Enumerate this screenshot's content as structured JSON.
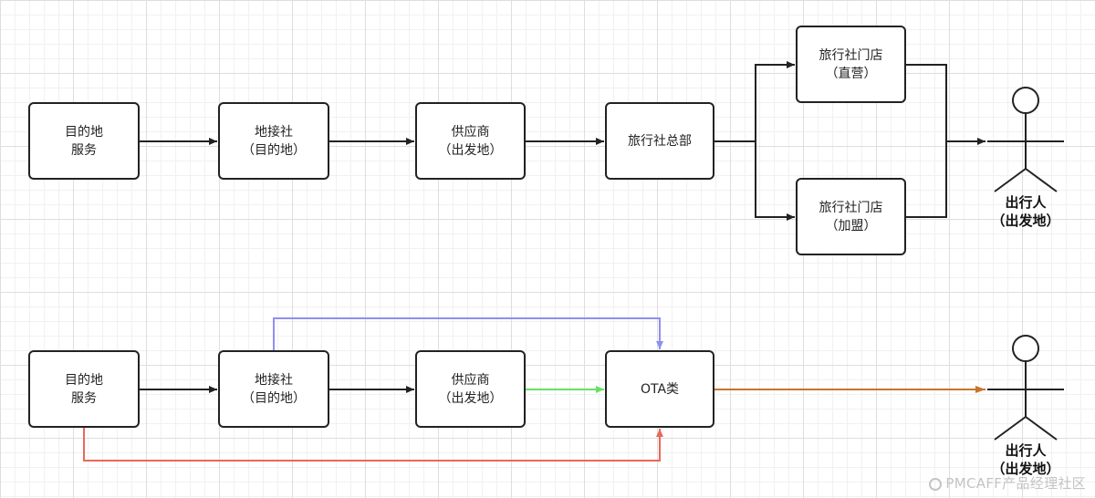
{
  "diagram_top": {
    "dest_service": {
      "line1": "目的地",
      "line2": "服务"
    },
    "local_agency": {
      "line1": "地接社",
      "line2": "（目的地）"
    },
    "supplier": {
      "line1": "供应商",
      "line2": "（出发地）"
    },
    "agency_hq": {
      "line1": "旅行社总部"
    },
    "store_direct": {
      "line1": "旅行社门店",
      "line2": "（直营）"
    },
    "store_franchise": {
      "line1": "旅行社门店",
      "line2": "（加盟）"
    },
    "traveler": {
      "line1": "出行人",
      "line2": "（出发地）"
    }
  },
  "diagram_bottom": {
    "dest_service": {
      "line1": "目的地",
      "line2": "服务"
    },
    "local_agency": {
      "line1": "地接社",
      "line2": "（目的地）"
    },
    "supplier": {
      "line1": "供应商",
      "line2": "（出发地）"
    },
    "ota": {
      "line1": "OTA类"
    },
    "traveler": {
      "line1": "出行人",
      "line2": "（出发地）"
    }
  },
  "connector_colors": {
    "default": "#222222",
    "local_agency_to_ota": "#8f8ff0",
    "supplier_to_ota": "#66e066",
    "dest_service_to_ota": "#e8685a",
    "ota_to_traveler": "#c8742c"
  },
  "watermark": {
    "text": "PMCAFF产品经理社区"
  }
}
